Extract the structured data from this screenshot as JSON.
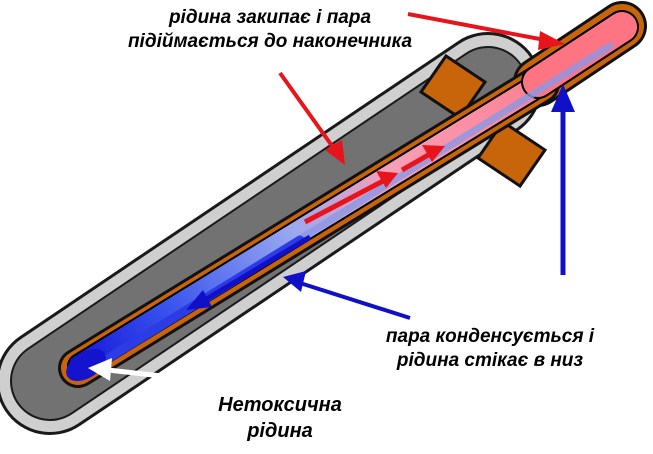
{
  "labels": {
    "top": {
      "line1": "рідина закипає і пара",
      "line2": "підіймається до наконечника"
    },
    "right": {
      "line1": "пара конденсується і",
      "line2": "рідина стікає в низ"
    },
    "bottom": {
      "line1": "Нетоксична",
      "line2": "рідина"
    }
  },
  "colors": {
    "arrow_heat": "#e8141c",
    "arrow_condense": "#1010c8",
    "arrow_liquid": "#ffffff",
    "outer_glass": "#c9c9c9",
    "vacuum": "#6e6e6e",
    "copper": "#c8640a",
    "vapor": "#ff8a8a",
    "condensate": "#2a2ae0",
    "text": "#000000"
  },
  "icons": {
    "heat_arrows": "red-arrow-icon",
    "condense_arrows": "blue-arrow-icon",
    "liquid_arrow": "white-arrow-icon"
  }
}
